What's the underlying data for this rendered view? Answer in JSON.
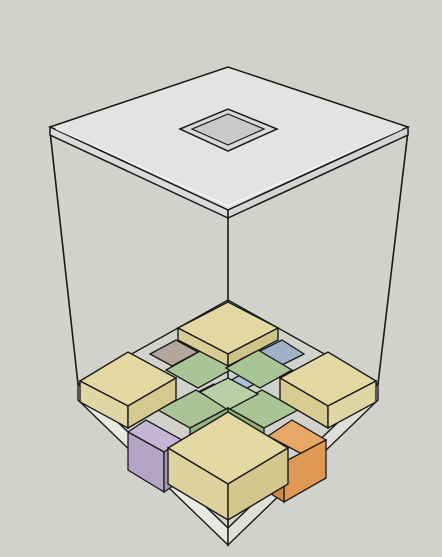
{
  "scene": {
    "kind": "isometric-3d-model",
    "colors": {
      "background": "#d1d2cc",
      "edge": "#1a1a1a",
      "glass_top": "#e4e4e4",
      "glass_top_inner": "#d9d9d9",
      "cream_top": "#e3d8a2",
      "cream_side": "#d8cc92",
      "green_top": "#a9c596",
      "green_side": "#96b383",
      "taupe_top": "#b3a69b",
      "slate_top": "#9fb2c5",
      "mauve_top": "#c9b3b8",
      "sky_top": "#a9c0d6",
      "lavender": "#b4a4c6",
      "orange": "#df9955",
      "floor_rim": "#e8e8e2"
    },
    "objects": [
      {
        "name": "glass-lid-with-square-opening"
      },
      {
        "name": "transparent-enclosure"
      },
      {
        "name": "cream-corner-block-top"
      },
      {
        "name": "cream-corner-block-left"
      },
      {
        "name": "cream-corner-block-right"
      },
      {
        "name": "cream-corner-block-front"
      },
      {
        "name": "green-block"
      },
      {
        "name": "lavender-block"
      },
      {
        "name": "orange-block"
      }
    ]
  }
}
